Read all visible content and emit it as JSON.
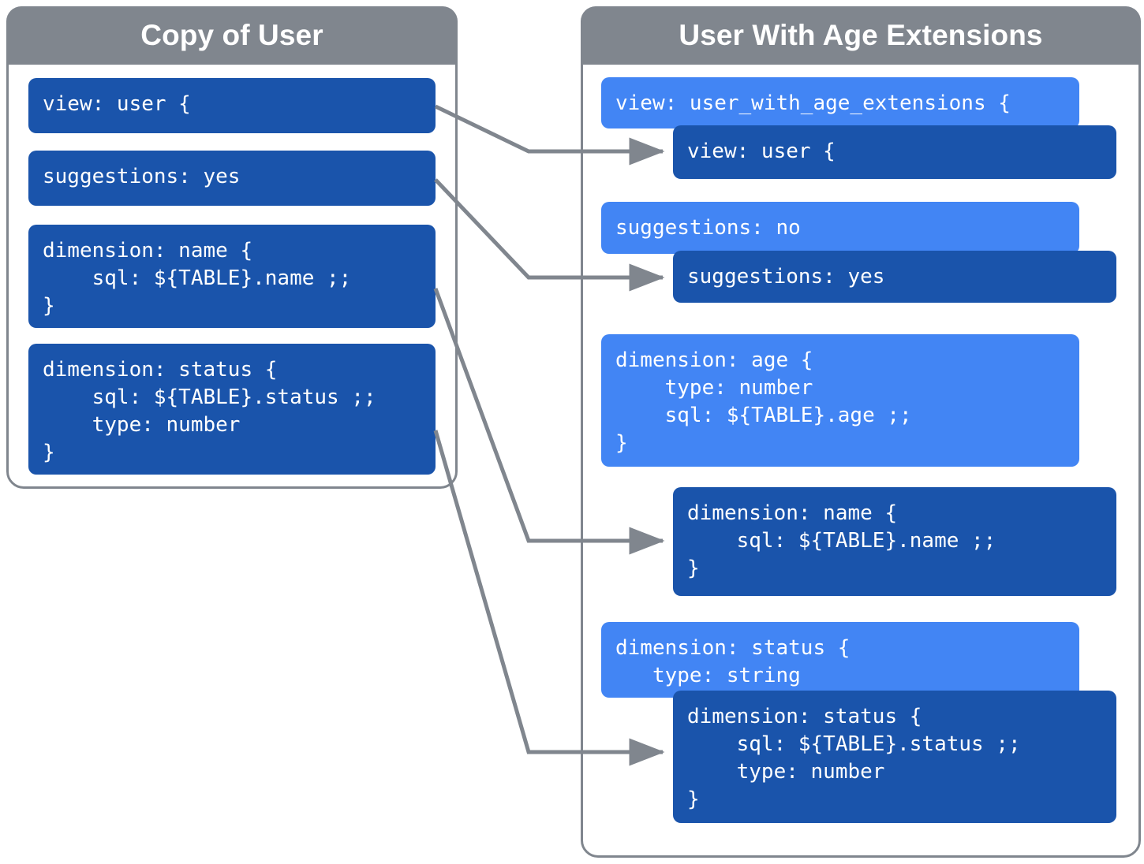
{
  "diagram": {
    "title": "LookML view extension diagram",
    "colors": {
      "panel_border": "#80868e",
      "panel_header_bg": "#80868e",
      "block_dark_blue": "#1a54ab",
      "block_light_blue": "#4285f4",
      "connector": "#80868e",
      "background": "#ffffff",
      "text": "#ffffff"
    }
  },
  "left_panel": {
    "header": "Copy of User",
    "blocks": [
      {
        "id": "view-user",
        "style": "dark",
        "code": "view: user {"
      },
      {
        "id": "suggestions-yes",
        "style": "dark",
        "code": "suggestions: yes"
      },
      {
        "id": "dimension-name",
        "style": "dark",
        "code": "dimension: name {\n    sql: ${TABLE}.name ;;\n}"
      },
      {
        "id": "dimension-status",
        "style": "dark",
        "code": "dimension: status {\n    sql: ${TABLE}.status ;;\n    type: number\n}"
      }
    ]
  },
  "right_panel": {
    "header": "User With Age Extensions",
    "blocks": [
      {
        "id": "view-user-with-age-extensions",
        "style": "light",
        "code": "view: user_with_age_extensions {"
      },
      {
        "id": "inherited-view-user",
        "style": "dark",
        "code": "view: user {"
      },
      {
        "id": "suggestions-no",
        "style": "light",
        "code": "suggestions: no"
      },
      {
        "id": "inherited-suggestions-yes",
        "style": "dark",
        "code": "suggestions: yes"
      },
      {
        "id": "dimension-age",
        "style": "light",
        "code": "dimension: age {\n    type: number\n    sql: ${TABLE}.age ;;\n}"
      },
      {
        "id": "inherited-dimension-name",
        "style": "dark",
        "code": "dimension: name {\n    sql: ${TABLE}.name ;;\n}"
      },
      {
        "id": "dimension-status-string",
        "style": "light",
        "code": "dimension: status {\n   type: string"
      },
      {
        "id": "inherited-dimension-status",
        "style": "dark",
        "code": "dimension: status {\n    sql: ${TABLE}.status ;;\n    type: number\n}"
      }
    ]
  },
  "connectors": [
    {
      "id": "view-user-link",
      "from": "view-user",
      "to": "inherited-view-user"
    },
    {
      "id": "suggestions-link",
      "from": "suggestions-yes",
      "to": "inherited-suggestions-yes"
    },
    {
      "id": "dimension-name-link",
      "from": "dimension-name",
      "to": "inherited-dimension-name"
    },
    {
      "id": "dimension-status-link",
      "from": "dimension-status",
      "to": "inherited-dimension-status"
    }
  ]
}
